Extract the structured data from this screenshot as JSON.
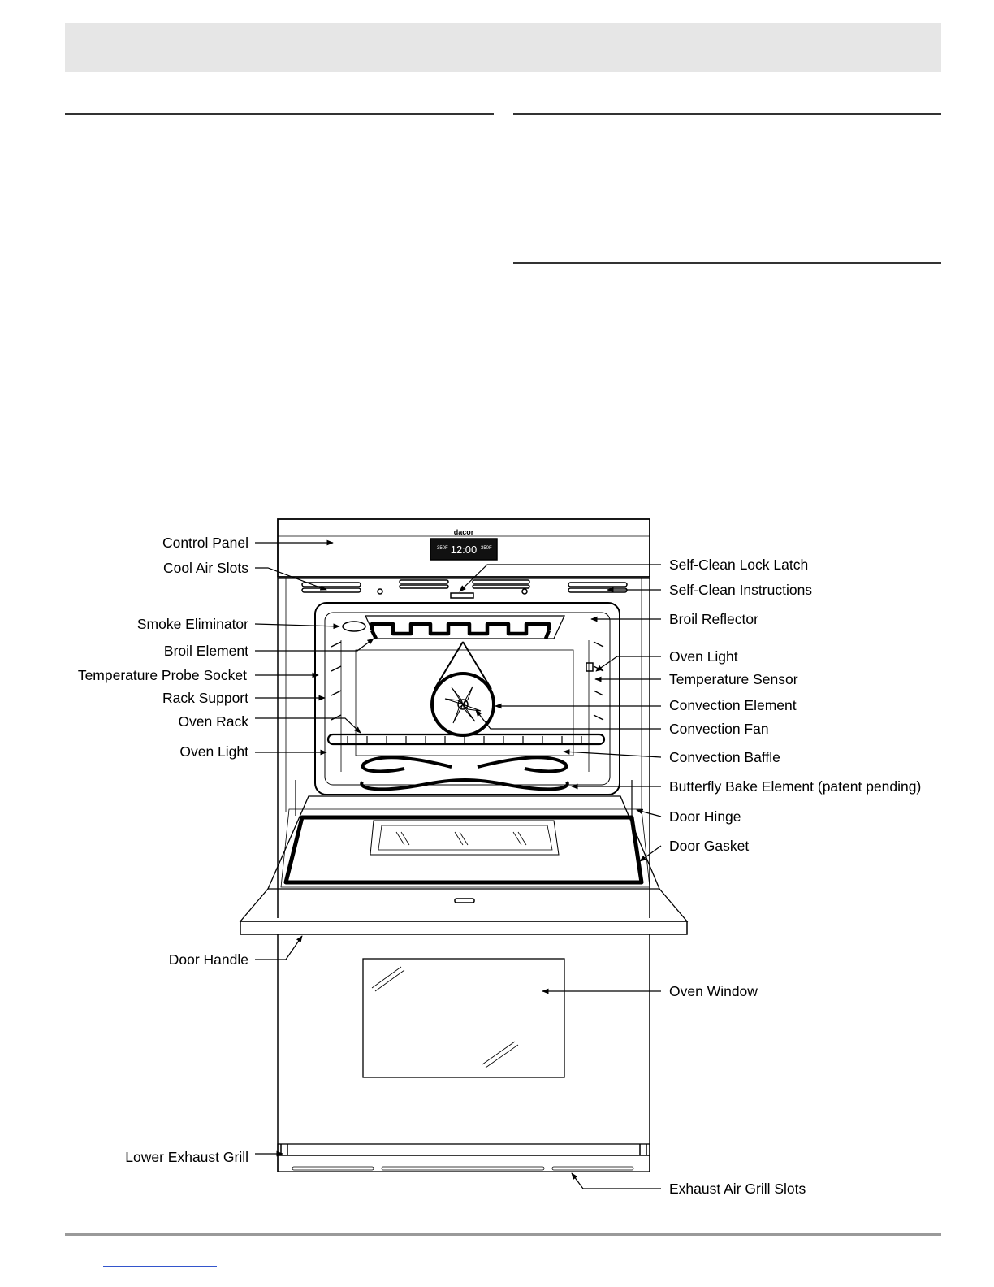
{
  "clock_display": "12:00",
  "temp_left": "350F",
  "temp_right": "350F",
  "brand": "dacor",
  "labels_left": [
    {
      "id": "control-panel",
      "text": "Control Panel"
    },
    {
      "id": "cool-air-slots",
      "text": "Cool Air Slots"
    },
    {
      "id": "smoke-eliminator",
      "text": "Smoke Eliminator"
    },
    {
      "id": "broil-element",
      "text": "Broil Element"
    },
    {
      "id": "temperature-probe-socket",
      "text": "Temperature Probe Socket"
    },
    {
      "id": "rack-support",
      "text": "Rack Support"
    },
    {
      "id": "oven-rack",
      "text": "Oven Rack"
    },
    {
      "id": "oven-light-left",
      "text": "Oven Light"
    },
    {
      "id": "door-handle",
      "text": "Door Handle"
    },
    {
      "id": "lower-exhaust-grill",
      "text": "Lower Exhaust Grill"
    }
  ],
  "labels_right": [
    {
      "id": "self-clean-lock-latch",
      "text": "Self-Clean Lock Latch"
    },
    {
      "id": "self-clean-instructions",
      "text": "Self-Clean Instructions"
    },
    {
      "id": "broil-reflector",
      "text": "Broil Reflector"
    },
    {
      "id": "oven-light-right",
      "text": "Oven Light"
    },
    {
      "id": "temperature-sensor",
      "text": "Temperature Sensor"
    },
    {
      "id": "convection-element",
      "text": "Convection Element"
    },
    {
      "id": "convection-fan",
      "text": "Convection Fan"
    },
    {
      "id": "convection-baffle",
      "text": "Convection Baffle"
    },
    {
      "id": "butterfly-bake-element",
      "text": "Butterfly Bake Element (patent pending)"
    },
    {
      "id": "door-hinge",
      "text": "Door Hinge"
    },
    {
      "id": "door-gasket",
      "text": "Door Gasket"
    },
    {
      "id": "oven-window",
      "text": "Oven Window"
    },
    {
      "id": "exhaust-air-grill-slots",
      "text": "Exhaust Air Grill Slots"
    }
  ]
}
